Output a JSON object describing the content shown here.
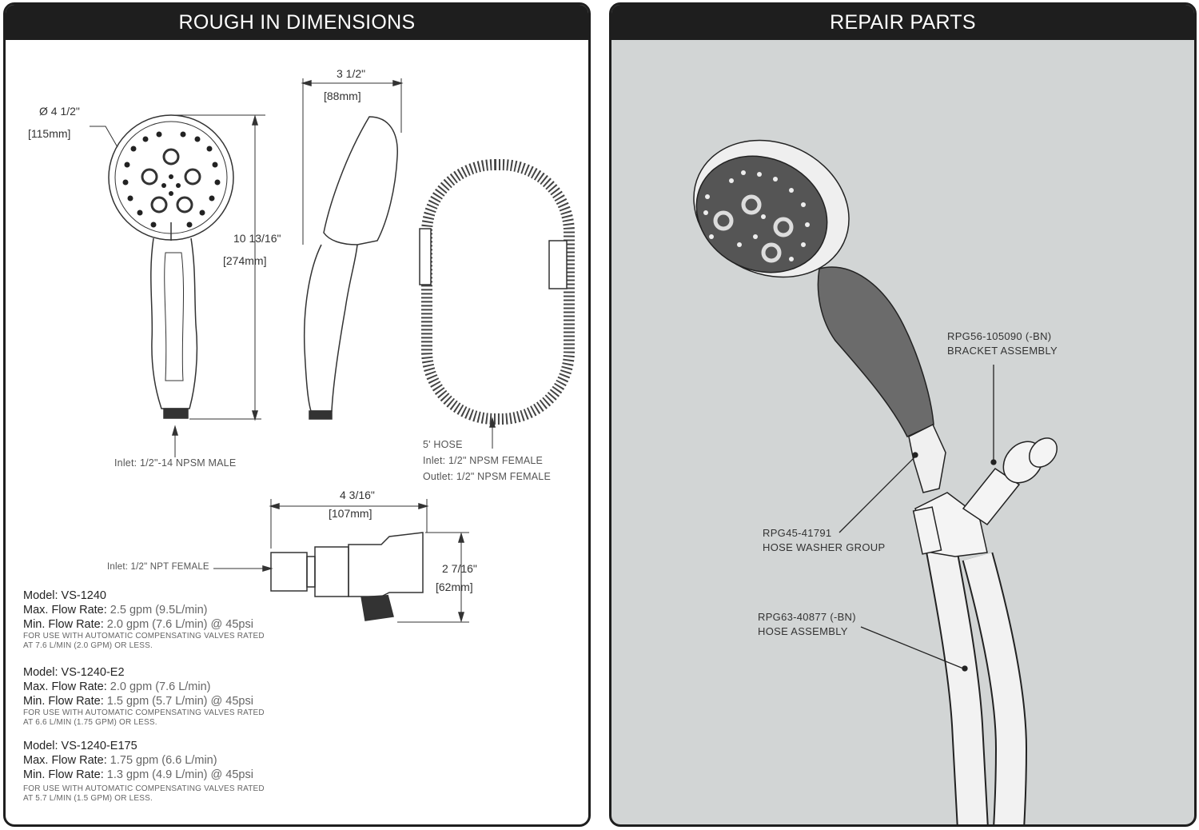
{
  "left_panel": {
    "title": "ROUGH IN DIMENSIONS",
    "dims": {
      "diameter": "Ø 4 1/2\"",
      "diameter_mm": "[115mm]",
      "depth": "3 1/2\"",
      "depth_mm": "[88mm]",
      "length": "10 13/16\"",
      "length_mm": "[274mm]",
      "bracket_width": "4 3/16\"",
      "bracket_width_mm": "[107mm]",
      "bracket_height": "2 7/16\"",
      "bracket_height_mm": "[62mm]"
    },
    "notes": {
      "inlet_head": "Inlet: 1/2\"-14 NPSM MALE",
      "hose_length": "5' HOSE",
      "hose_inlet": "Inlet: 1/2\" NPSM FEMALE",
      "hose_outlet": "Outlet: 1/2\" NPSM FEMALE",
      "bracket_inlet": "Inlet: 1/2\" NPT FEMALE"
    },
    "models": [
      {
        "model": "Model: VS-1240",
        "max_label": "Max. Flow Rate:",
        "max_value": "2.5 gpm (9.5L/min)",
        "min_label": "Min. Flow Rate:",
        "min_value": "2.0 gpm (7.6 L/min) @ 45psi",
        "note1": "FOR USE WITH AUTOMATIC COMPENSATING VALVES RATED",
        "note2": "AT 7.6 L/MIN (2.0 GPM) OR LESS."
      },
      {
        "model": "Model: VS-1240-E2",
        "max_label": "Max. Flow Rate:",
        "max_value": "2.0 gpm (7.6 L/min)",
        "min_label": "Min. Flow Rate:",
        "min_value": "1.5 gpm (5.7 L/min) @ 45psi",
        "note1": "FOR USE WITH AUTOMATIC COMPENSATING VALVES RATED",
        "note2": "AT 6.6 L/MIN (1.75 GPM) OR LESS."
      },
      {
        "model": "Model: VS-1240-E175",
        "max_label": "Max. Flow Rate:",
        "max_value": "1.75 gpm (6.6 L/min)",
        "min_label": "Min. Flow Rate:",
        "min_value": "1.3 gpm (4.9 L/min) @ 45psi",
        "note1": "FOR USE WITH AUTOMATIC COMPENSATING VALVES RATED",
        "note2": "AT 5.7 L/MIN (1.5 GPM) OR LESS."
      }
    ]
  },
  "right_panel": {
    "title": "REPAIR PARTS",
    "parts": {
      "bracket_code": "RPG56-105090 (-BN)",
      "bracket_name": "BRACKET ASSEMBLY",
      "washer_code": "RPG45-41791",
      "washer_name": "HOSE WASHER GROUP",
      "hose_code": "RPG63-40877 (-BN)",
      "hose_name": "HOSE ASSEMBLY"
    }
  }
}
